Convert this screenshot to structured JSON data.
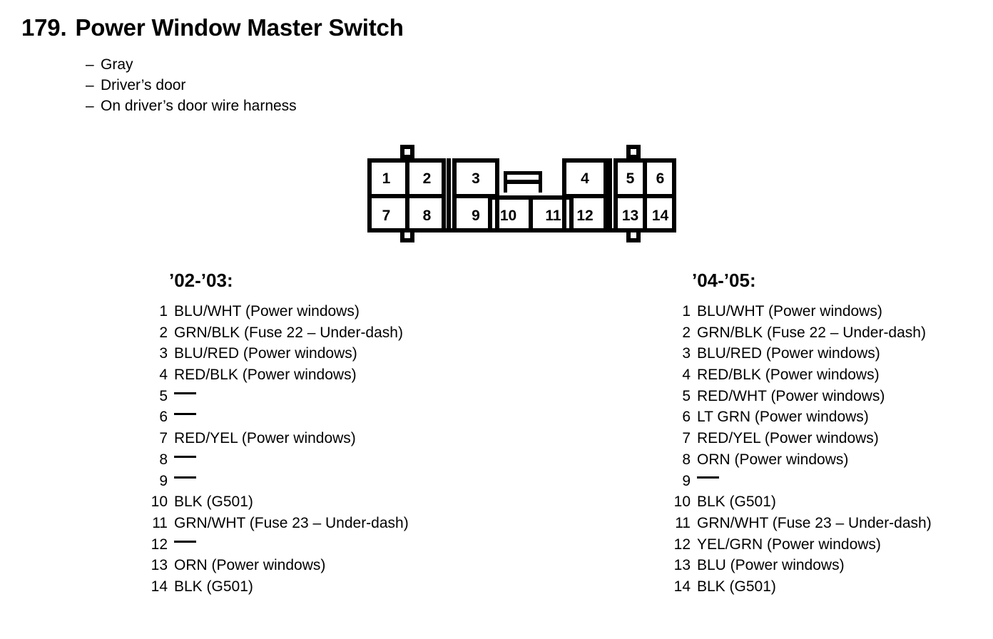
{
  "header": {
    "number": "179.",
    "title": "Power Window Master Switch",
    "attributes": [
      "Gray",
      "Driver’s door",
      "On driver’s door wire harness"
    ],
    "dash": "–"
  },
  "connector": {
    "top_row": [
      "1",
      "2",
      "3",
      "4",
      "5",
      "6"
    ],
    "bottom_row": [
      "7",
      "8",
      "9",
      "10",
      "11",
      "12",
      "13",
      "14"
    ],
    "cells": {
      "p1": "1",
      "p2": "2",
      "p3": "3",
      "p4": "4",
      "p5": "5",
      "p6": "6",
      "p7": "7",
      "p8": "8",
      "p9": "9",
      "p10": "10",
      "p11": "11",
      "p12": "12",
      "p13": "13",
      "p14": "14"
    }
  },
  "columns": [
    {
      "heading": "’02-’03:",
      "pins": [
        {
          "num": "1",
          "desc": "BLU/WHT (Power windows)"
        },
        {
          "num": "2",
          "desc": "GRN/BLK (Fuse 22 – Under-dash)"
        },
        {
          "num": "3",
          "desc": "BLU/RED (Power windows)"
        },
        {
          "num": "4",
          "desc": "RED/BLK (Power windows)"
        },
        {
          "num": "5",
          "desc": ""
        },
        {
          "num": "6",
          "desc": ""
        },
        {
          "num": "7",
          "desc": "RED/YEL (Power windows)"
        },
        {
          "num": "8",
          "desc": ""
        },
        {
          "num": "9",
          "desc": ""
        },
        {
          "num": "10",
          "desc": "BLK (G501)"
        },
        {
          "num": "11",
          "desc": "GRN/WHT (Fuse 23 – Under-dash)"
        },
        {
          "num": "12",
          "desc": ""
        },
        {
          "num": "13",
          "desc": "ORN (Power windows)"
        },
        {
          "num": "14",
          "desc": "BLK (G501)"
        }
      ]
    },
    {
      "heading": "’04-’05:",
      "pins": [
        {
          "num": "1",
          "desc": "BLU/WHT (Power windows)"
        },
        {
          "num": "2",
          "desc": "GRN/BLK (Fuse 22 – Under-dash)"
        },
        {
          "num": "3",
          "desc": "BLU/RED (Power windows)"
        },
        {
          "num": "4",
          "desc": "RED/BLK (Power windows)"
        },
        {
          "num": "5",
          "desc": "RED/WHT (Power windows)"
        },
        {
          "num": "6",
          "desc": "LT GRN (Power windows)"
        },
        {
          "num": "7",
          "desc": "RED/YEL (Power windows)"
        },
        {
          "num": "8",
          "desc": "ORN (Power windows)"
        },
        {
          "num": "9",
          "desc": ""
        },
        {
          "num": "10",
          "desc": "BLK (G501)"
        },
        {
          "num": "11",
          "desc": "GRN/WHT (Fuse 23 – Under-dash)"
        },
        {
          "num": "12",
          "desc": "YEL/GRN (Power windows)"
        },
        {
          "num": "13",
          "desc": "BLU (Power windows)"
        },
        {
          "num": "14",
          "desc": "BLK (G501)"
        }
      ]
    }
  ],
  "colors": {
    "ink": "#000000",
    "paper": "#ffffff"
  }
}
